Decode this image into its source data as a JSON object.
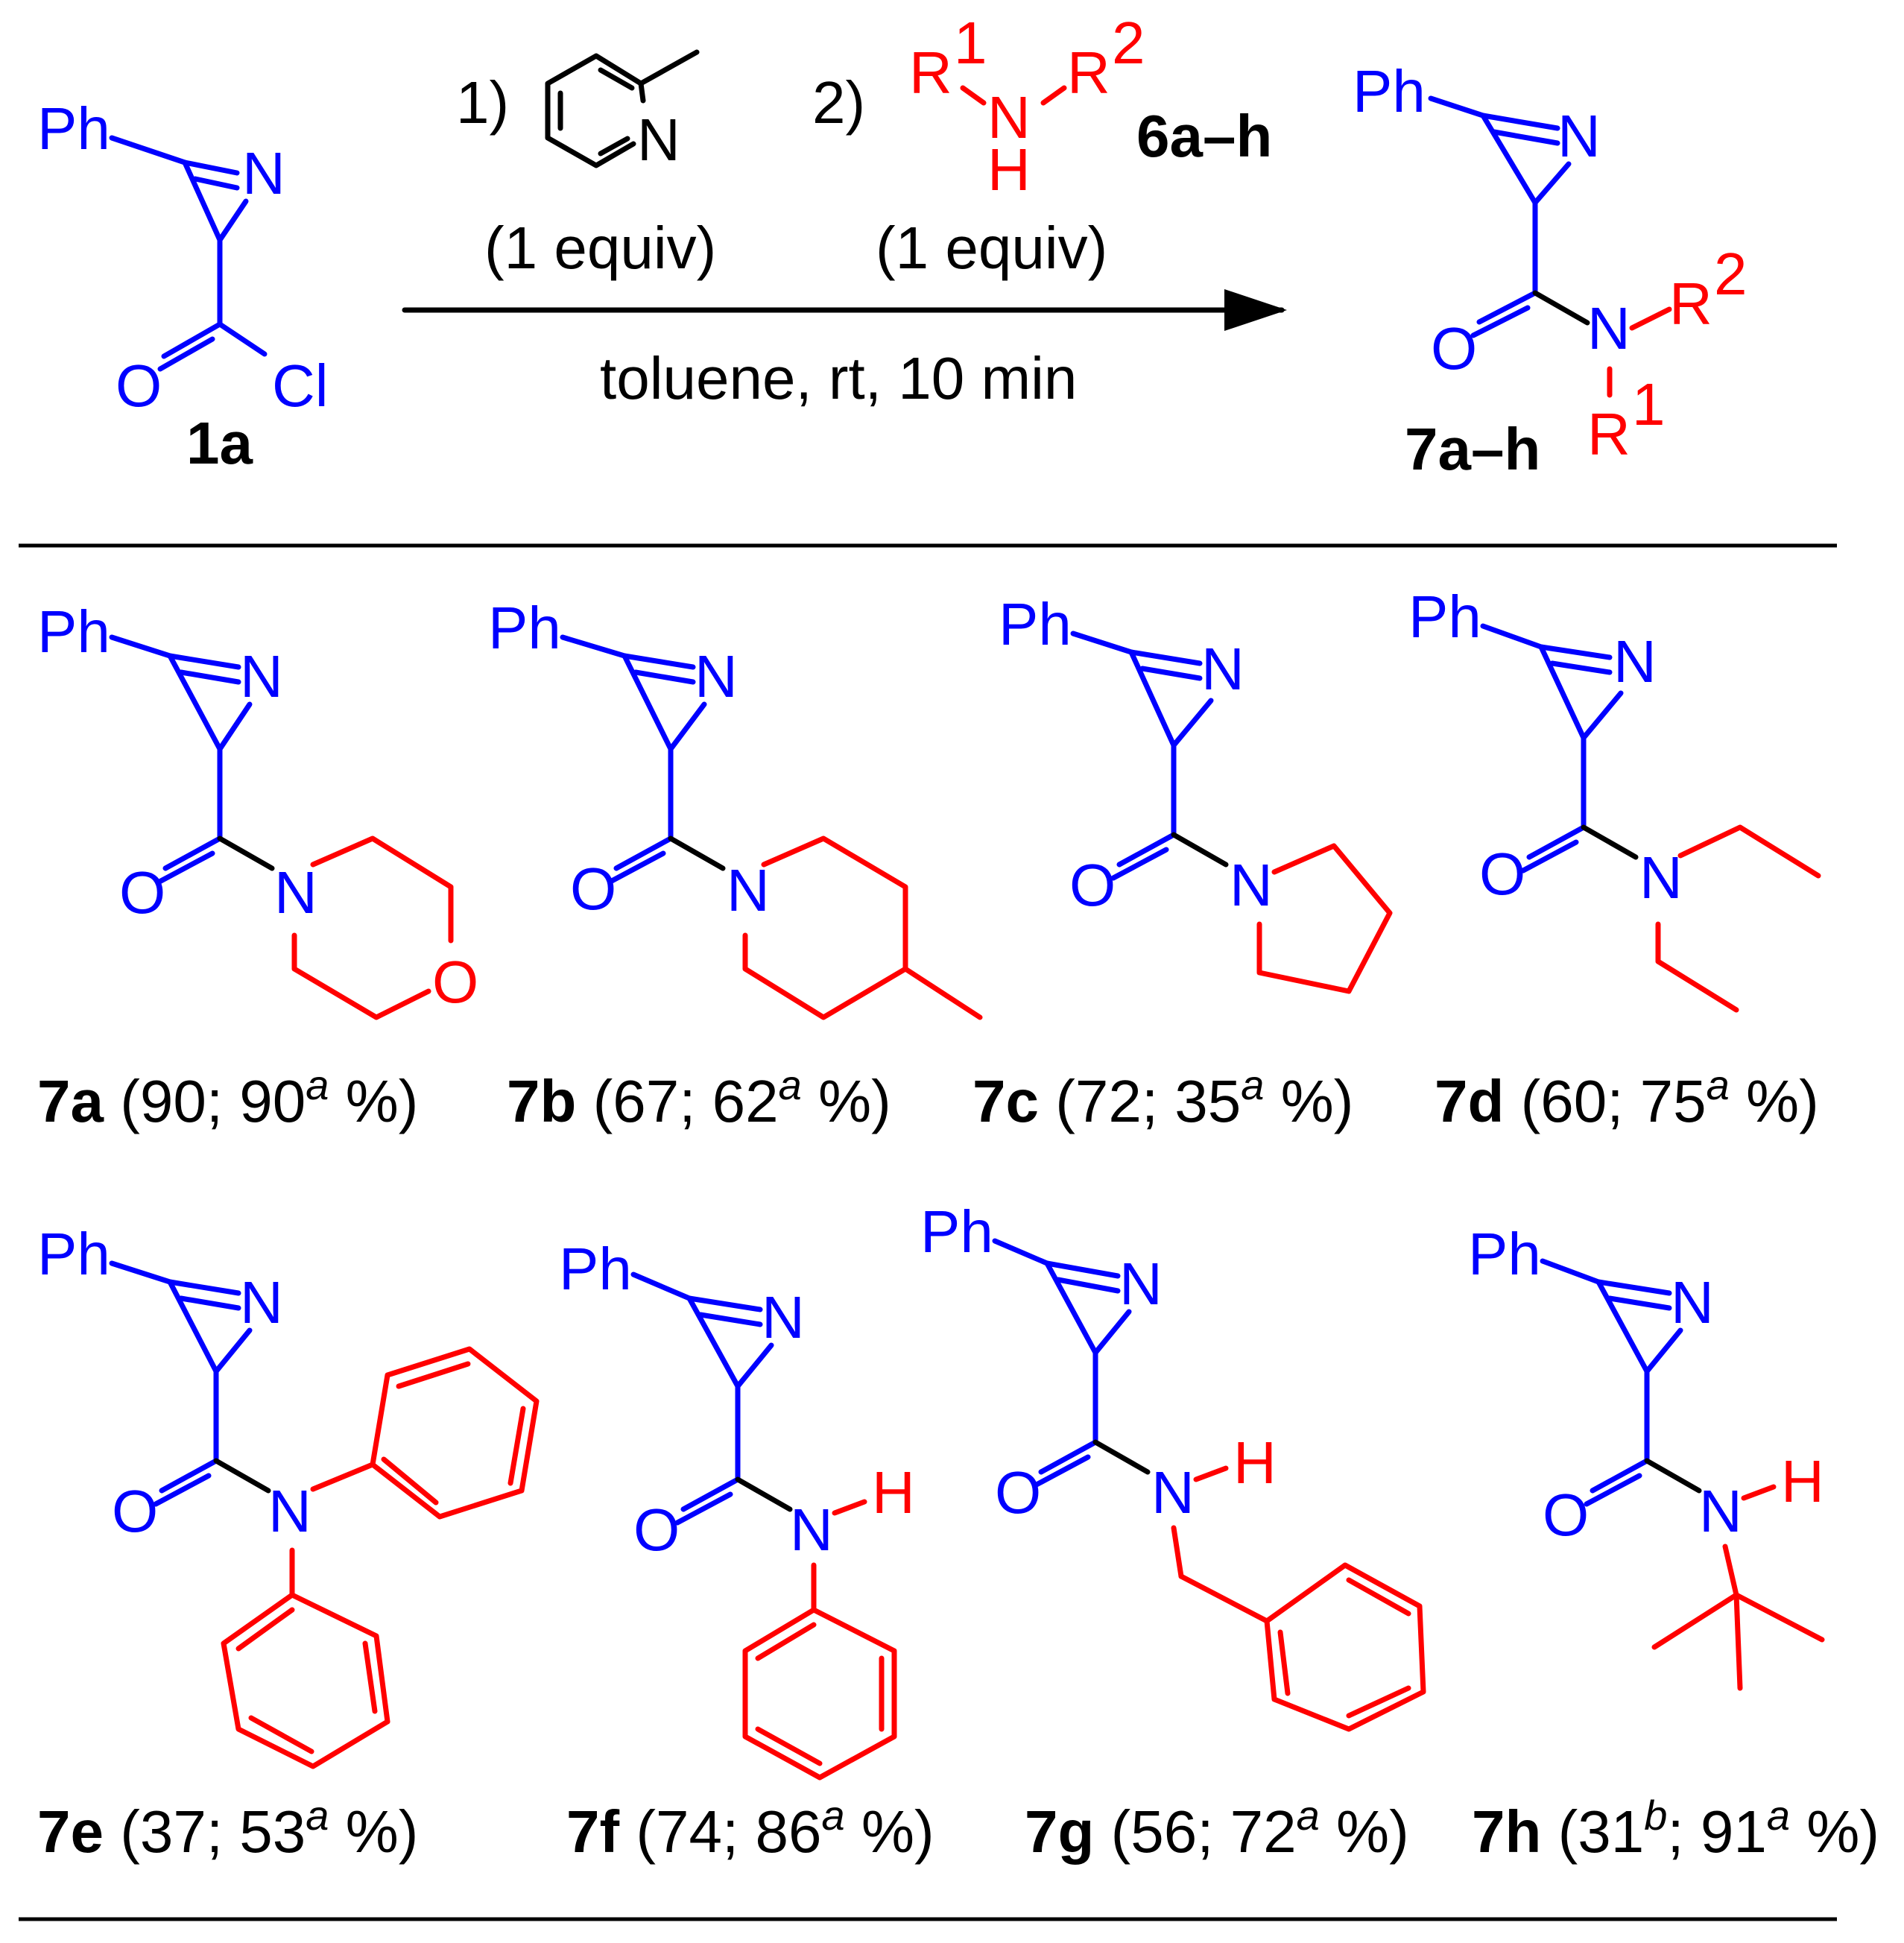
{
  "colors": {
    "core": "#0000ff",
    "variable": "#ff0000",
    "text": "#000000"
  },
  "atoms": {
    "ph": "Ph",
    "n": "N",
    "o": "O",
    "cl": "Cl",
    "h": "H",
    "r": "R",
    "one": "1",
    "two": "2"
  },
  "reaction": {
    "reactant_label": "1a",
    "step1_number": "1)",
    "step1_equiv": "(1 equiv)",
    "step2_number": "2)",
    "amine_label": "6a–h",
    "step2_equiv": "(1 equiv)",
    "conditions": "toluene, rt, 10 min",
    "product_label": "7a–h"
  },
  "products": [
    {
      "id": "7a",
      "yield1": "90",
      "yield2": "90",
      "yield2_note": "a"
    },
    {
      "id": "7b",
      "yield1": "67",
      "yield2": "62",
      "yield2_note": "a"
    },
    {
      "id": "7c",
      "yield1": "72",
      "yield2": "35",
      "yield2_note": "a"
    },
    {
      "id": "7d",
      "yield1": "60",
      "yield2": "75",
      "yield2_note": "a"
    },
    {
      "id": "7e",
      "yield1": "37",
      "yield2": "53",
      "yield2_note": "a"
    },
    {
      "id": "7f",
      "yield1": "74",
      "yield2": "86",
      "yield2_note": "a"
    },
    {
      "id": "7g",
      "yield1": "56",
      "yield2": "72",
      "yield2_note": "a"
    },
    {
      "id": "7h",
      "yield1": "31",
      "yield1_note": "b",
      "yield2": "91",
      "yield2_note": "a"
    }
  ]
}
